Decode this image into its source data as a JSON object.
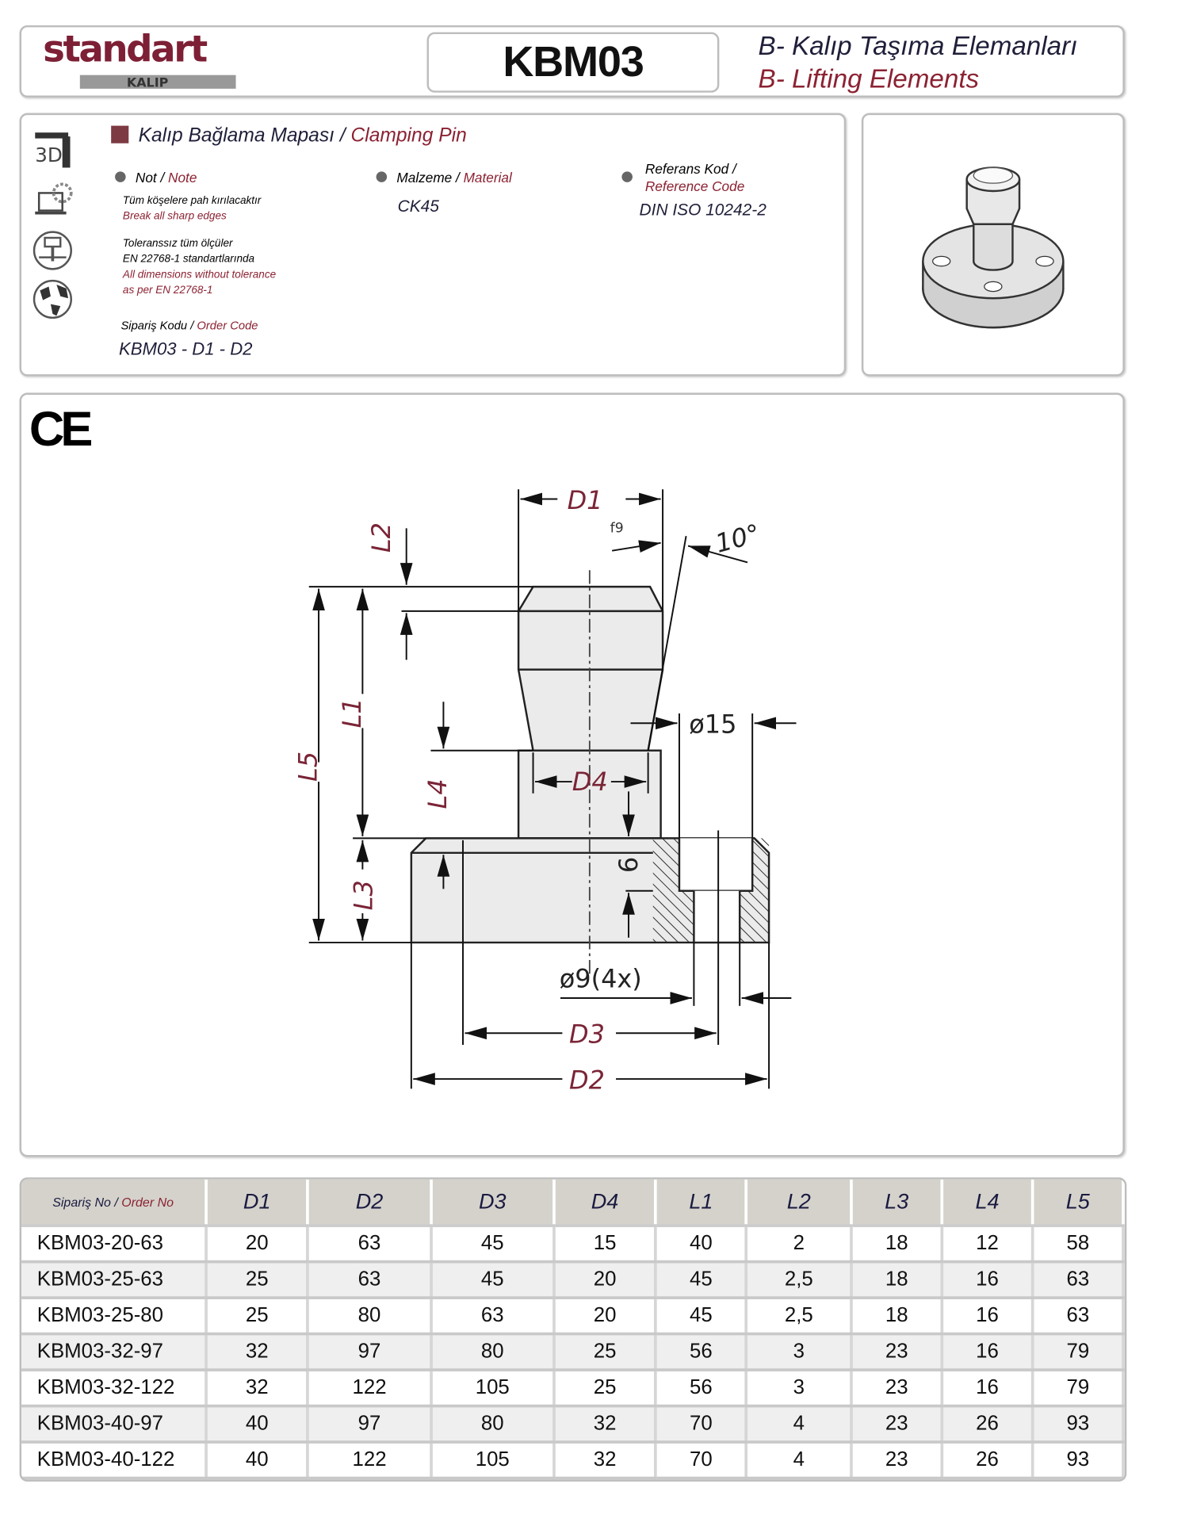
{
  "header": {
    "logo_text": "standart",
    "logo_sub": "KALIP",
    "product_code": "KBM03",
    "category_tr": "B- Kalıp Taşıma Elemanları",
    "category_en": "B- Lifting Elements"
  },
  "info": {
    "icons": [
      "3d-model-icon",
      "laptop-gear-icon",
      "machine-icon",
      "globe-icon"
    ],
    "icon_3d_text": "3D",
    "title_tr": "Kalıp Bağlama Mapası",
    "title_sep": " / ",
    "title_en": "Clamping Pin",
    "note_label_tr": "Not / ",
    "note_label_en": "Note",
    "note1_tr": "Tüm köşelere pah kırılacaktır",
    "note1_en": "Break all sharp edges",
    "note2_tr_1": "Toleranssız tüm ölçüler",
    "note2_tr_2": "EN 22768-1 standartlarında",
    "note2_en_1": "All dimensions without tolerance",
    "note2_en_2": "as per EN 22768-1",
    "material_label_tr": "Malzeme / ",
    "material_label_en": "Material",
    "material": "CK45",
    "ref_label_tr": "Referans Kod /",
    "ref_label_en": "Reference Code",
    "ref_code": "DIN ISO 10242-2",
    "order_code_label_tr": "Sipariş Kodu / ",
    "order_code_label_en": "Order Code",
    "order_code": "KBM03 - D1 - D2"
  },
  "drawing": {
    "ce_mark": "CE",
    "labels": {
      "D1": "D1",
      "f9": "f9",
      "angle": "10°",
      "L2": "L2",
      "L1": "L1",
      "L5": "L5",
      "L4": "L4",
      "L3": "L3",
      "D4": "D4",
      "d15": "ø15",
      "nine": "9",
      "holes": "ø9(4x)",
      "D3": "D3",
      "D2": "D2"
    }
  },
  "table": {
    "headers": [
      "Sipariş No / ",
      "D1",
      "D2",
      "D3",
      "D4",
      "L1",
      "L2",
      "L3",
      "L4",
      "L5"
    ],
    "header_first_en": "Order No",
    "rows": [
      [
        "KBM03-20-63",
        "20",
        "63",
        "45",
        "15",
        "40",
        "2",
        "18",
        "12",
        "58"
      ],
      [
        "KBM03-25-63",
        "25",
        "63",
        "45",
        "20",
        "45",
        "2,5",
        "18",
        "16",
        "63"
      ],
      [
        "KBM03-25-80",
        "25",
        "80",
        "63",
        "20",
        "45",
        "2,5",
        "18",
        "16",
        "63"
      ],
      [
        "KBM03-32-97",
        "32",
        "97",
        "80",
        "25",
        "56",
        "3",
        "23",
        "16",
        "79"
      ],
      [
        "KBM03-32-122",
        "32",
        "122",
        "105",
        "25",
        "56",
        "3",
        "23",
        "16",
        "79"
      ],
      [
        "KBM03-40-97",
        "40",
        "97",
        "80",
        "32",
        "70",
        "4",
        "23",
        "26",
        "93"
      ],
      [
        "KBM03-40-122",
        "40",
        "122",
        "105",
        "32",
        "70",
        "4",
        "23",
        "26",
        "93"
      ]
    ]
  },
  "colors": {
    "brand": "#7d1f35",
    "accent_text": "#8b2232",
    "table_header": "#d4d2cb"
  }
}
